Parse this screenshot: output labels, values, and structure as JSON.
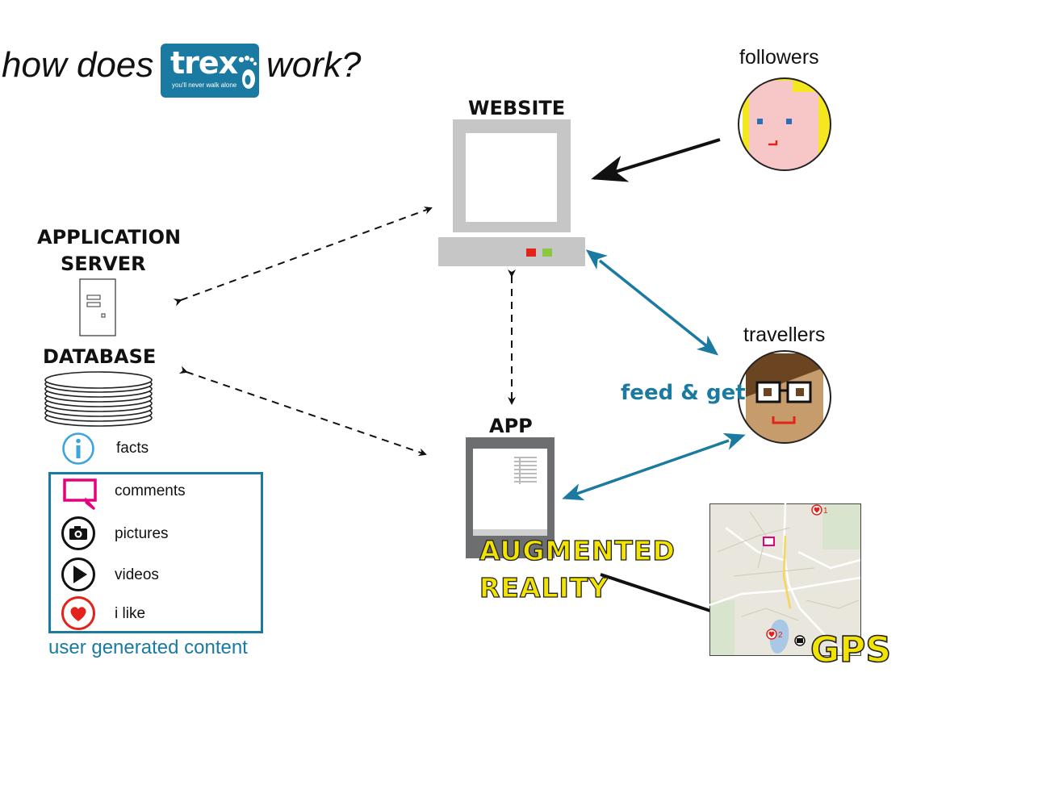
{
  "title": {
    "prefix": "how does",
    "suffix": "work?"
  },
  "logo": {
    "word": "trex",
    "tagline": "you'll never walk alone",
    "color": "#1b7aa1"
  },
  "nodes": {
    "website": "WEBSITE",
    "app_server_line1": "APPLICATION",
    "app_server_line2": "SERVER",
    "database": "DATABASE",
    "app": "APP",
    "followers": "followers",
    "travellers": "travellers",
    "feed_get": "feed & get",
    "ar_line1": "AUGMENTED",
    "ar_line2": "REALITY",
    "gps": "GPS"
  },
  "legend": {
    "facts": "facts",
    "items": [
      {
        "label": "comments",
        "icon": "comment-icon"
      },
      {
        "label": "pictures",
        "icon": "camera-icon"
      },
      {
        "label": "videos",
        "icon": "play-icon"
      },
      {
        "label": "i like",
        "icon": "heart-icon"
      }
    ],
    "caption": "user generated content"
  },
  "map": {
    "marker1": "1",
    "marker2": "2"
  },
  "colors": {
    "accent": "#1a7aa0",
    "ar_yellow": "#f2e400",
    "comment_pink": "#e6007e",
    "like_red": "#e2231a"
  }
}
